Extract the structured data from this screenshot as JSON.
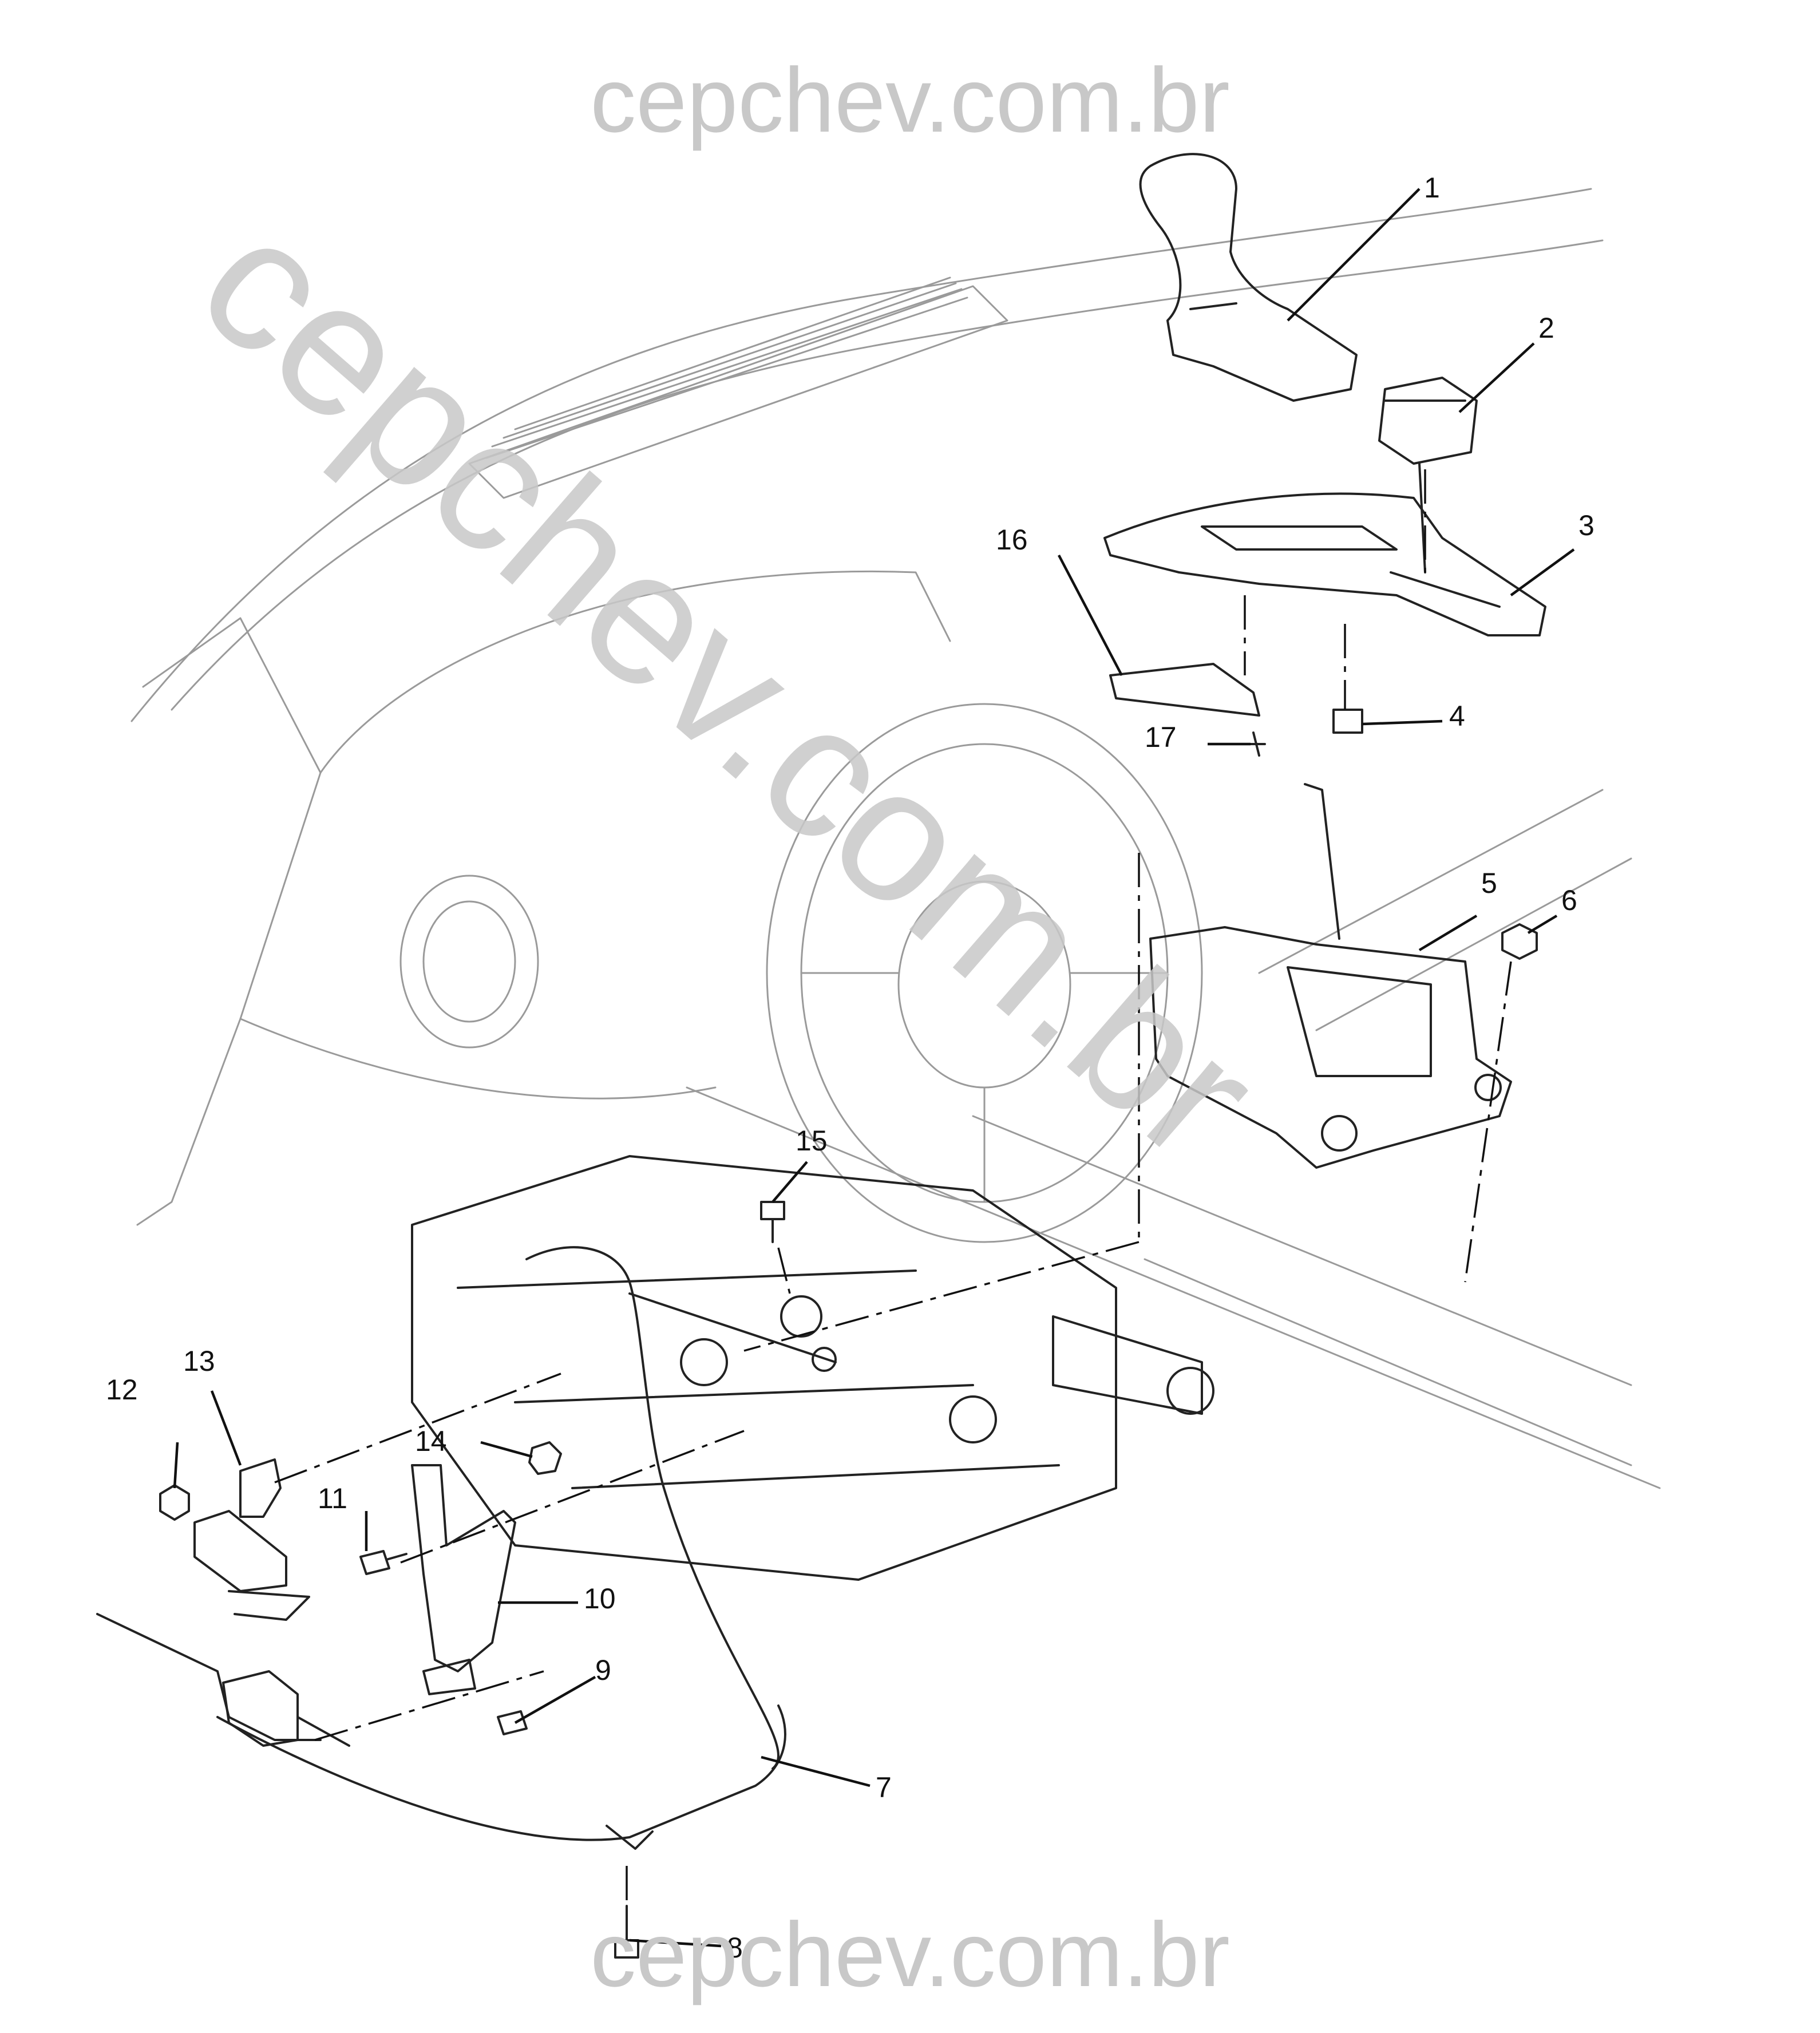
{
  "watermark": {
    "top": "cepchev.com.br",
    "bottom": "cepchev.com.br",
    "diagonal": "cepchev.com.br"
  },
  "callouts": [
    {
      "id": "1",
      "label": "1"
    },
    {
      "id": "2",
      "label": "2"
    },
    {
      "id": "3",
      "label": "3"
    },
    {
      "id": "4",
      "label": "4"
    },
    {
      "id": "5",
      "label": "5"
    },
    {
      "id": "6",
      "label": "6"
    },
    {
      "id": "7",
      "label": "7"
    },
    {
      "id": "8",
      "label": "8"
    },
    {
      "id": "9",
      "label": "9"
    },
    {
      "id": "10",
      "label": "10"
    },
    {
      "id": "11",
      "label": "11"
    },
    {
      "id": "12",
      "label": "12"
    },
    {
      "id": "13",
      "label": "13"
    },
    {
      "id": "14",
      "label": "14"
    },
    {
      "id": "15",
      "label": "15"
    },
    {
      "id": "16",
      "label": "16"
    },
    {
      "id": "17",
      "label": "17"
    }
  ],
  "colors": {
    "line": "#222222",
    "ghost_line": "#9a9a9a",
    "watermark": "#c8c8c8",
    "background": "#ffffff"
  }
}
